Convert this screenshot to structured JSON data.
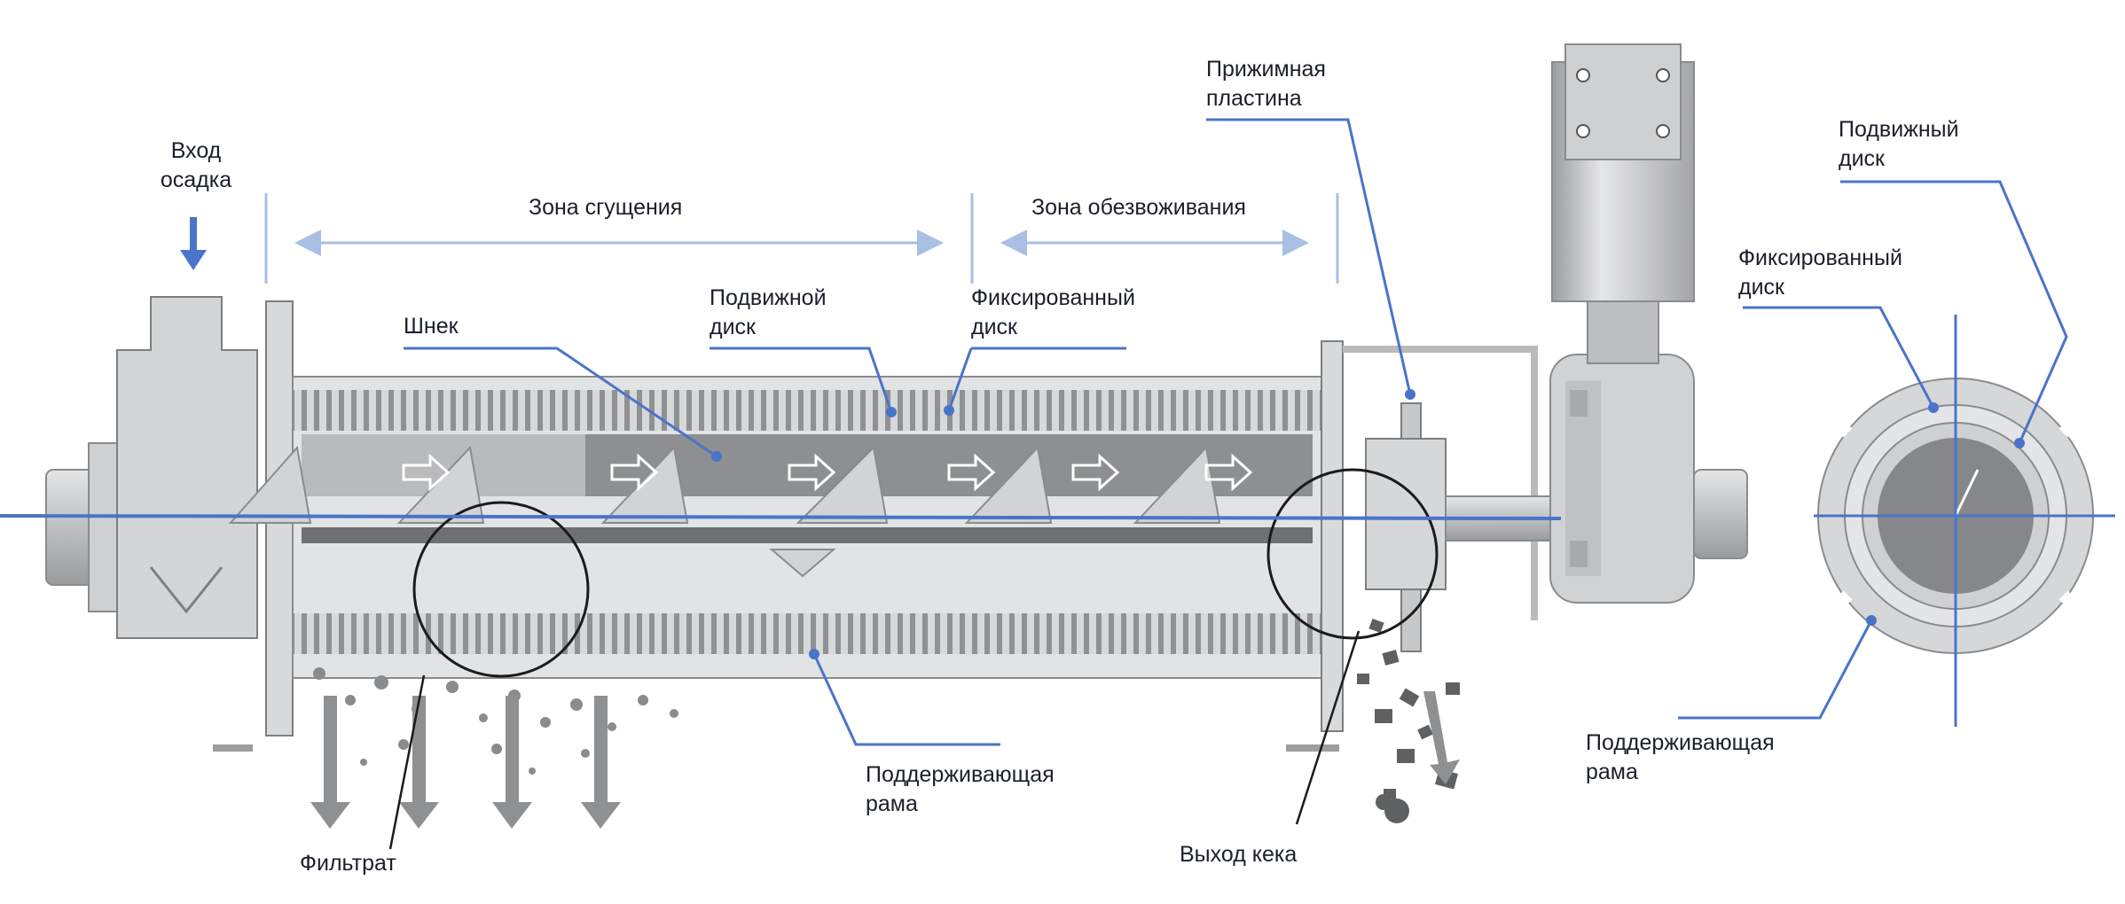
{
  "labels": {
    "inlet_line1": "Вход",
    "inlet_line2": "осадка",
    "thickening_zone": "Зона сгущения",
    "dewatering_zone": "Зона обезвоживания",
    "screw": "Шнек",
    "moving_disc_line1": "Подвижной",
    "moving_disc_line2": "диск",
    "fixed_disc_line1": "Фиксированный",
    "fixed_disc_line2": "диск",
    "press_plate_line1": "Прижимная",
    "press_plate_line2": "пластина",
    "support_frame_line1": "Поддерживающая",
    "support_frame_line2": "рама",
    "filtrate": "Фильтрат",
    "cake_outlet": "Выход кека",
    "side_moving_disc_line1": "Подвижный",
    "side_moving_disc_line2": "диск",
    "side_fixed_disc_line1": "Фиксированный",
    "side_fixed_disc_line2": "диск",
    "side_support_frame_line1": "Поддерживающая",
    "side_support_frame_line2": "рама"
  },
  "colors": {
    "accent_blue": "#4a74c9",
    "zone_arrow": "#a9bfe4",
    "body_gray": "#c9cacc",
    "dark_gray": "#6f7072",
    "text": "#1b1f2a"
  }
}
